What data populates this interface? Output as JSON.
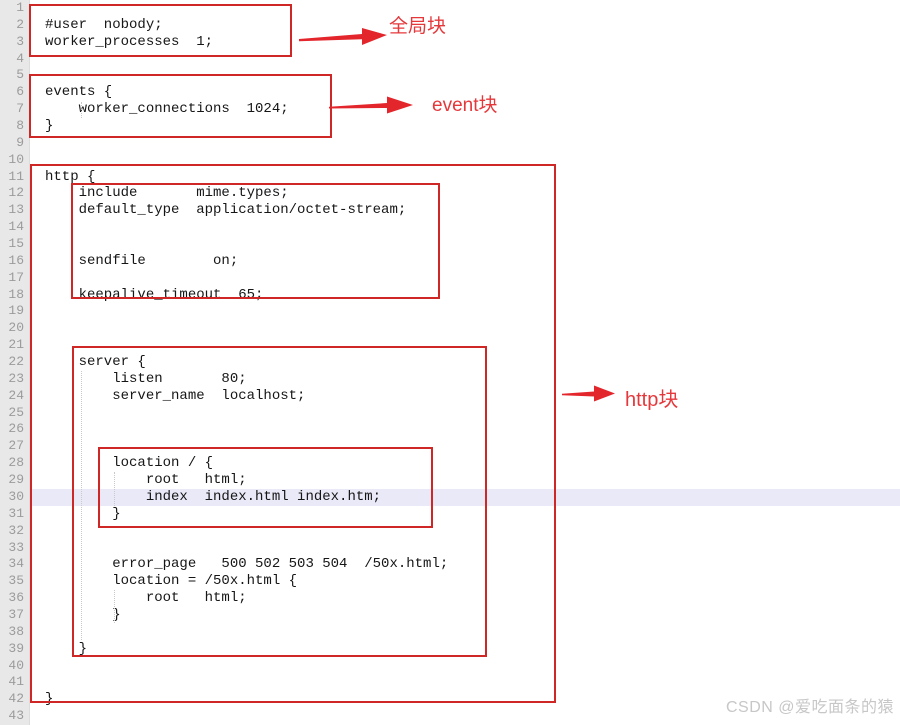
{
  "editor": {
    "highlighted_line": 30,
    "lines": [
      {
        "n": 1,
        "t": ""
      },
      {
        "n": 2,
        "t": "#user  nobody;"
      },
      {
        "n": 3,
        "t": "worker_processes  1;"
      },
      {
        "n": 4,
        "t": ""
      },
      {
        "n": 5,
        "t": ""
      },
      {
        "n": 6,
        "t": "events {"
      },
      {
        "n": 7,
        "t": "    worker_connections  1024;"
      },
      {
        "n": 8,
        "t": "}"
      },
      {
        "n": 9,
        "t": ""
      },
      {
        "n": 10,
        "t": ""
      },
      {
        "n": 11,
        "t": "http {"
      },
      {
        "n": 12,
        "t": "    include       mime.types;"
      },
      {
        "n": 13,
        "t": "    default_type  application/octet-stream;"
      },
      {
        "n": 14,
        "t": ""
      },
      {
        "n": 15,
        "t": ""
      },
      {
        "n": 16,
        "t": "    sendfile        on;"
      },
      {
        "n": 17,
        "t": ""
      },
      {
        "n": 18,
        "t": "    keepalive_timeout  65;"
      },
      {
        "n": 19,
        "t": ""
      },
      {
        "n": 20,
        "t": ""
      },
      {
        "n": 21,
        "t": ""
      },
      {
        "n": 22,
        "t": "    server {"
      },
      {
        "n": 23,
        "t": "        listen       80;"
      },
      {
        "n": 24,
        "t": "        server_name  localhost;"
      },
      {
        "n": 25,
        "t": ""
      },
      {
        "n": 26,
        "t": ""
      },
      {
        "n": 27,
        "t": ""
      },
      {
        "n": 28,
        "t": "        location / {"
      },
      {
        "n": 29,
        "t": "            root   html;"
      },
      {
        "n": 30,
        "t": "            index  index.html index.htm;"
      },
      {
        "n": 31,
        "t": "        }"
      },
      {
        "n": 32,
        "t": ""
      },
      {
        "n": 33,
        "t": ""
      },
      {
        "n": 34,
        "t": "        error_page   500 502 503 504  /50x.html;"
      },
      {
        "n": 35,
        "t": "        location = /50x.html {"
      },
      {
        "n": 36,
        "t": "            root   html;"
      },
      {
        "n": 37,
        "t": "        }"
      },
      {
        "n": 38,
        "t": ""
      },
      {
        "n": 39,
        "t": "    }"
      },
      {
        "n": 40,
        "t": ""
      },
      {
        "n": 41,
        "t": ""
      },
      {
        "n": 42,
        "t": "}"
      },
      {
        "n": 43,
        "t": ""
      }
    ]
  },
  "annotations": {
    "global_label": "全局块",
    "event_label": "event块",
    "http_label": "http块"
  },
  "watermark": "CSDN @爱吃面条的猿",
  "colors": {
    "annotation_box_red": "#cf2626",
    "arrow_red": "#e3262c",
    "label_red": "#e5383b",
    "highlight_lavender": "#e9e9f8",
    "gutter_gray": "#e8e8e8",
    "line_number_gray": "#9b9b9b",
    "code_text": "#161616",
    "watermark_gray": "#c7c7c7"
  }
}
